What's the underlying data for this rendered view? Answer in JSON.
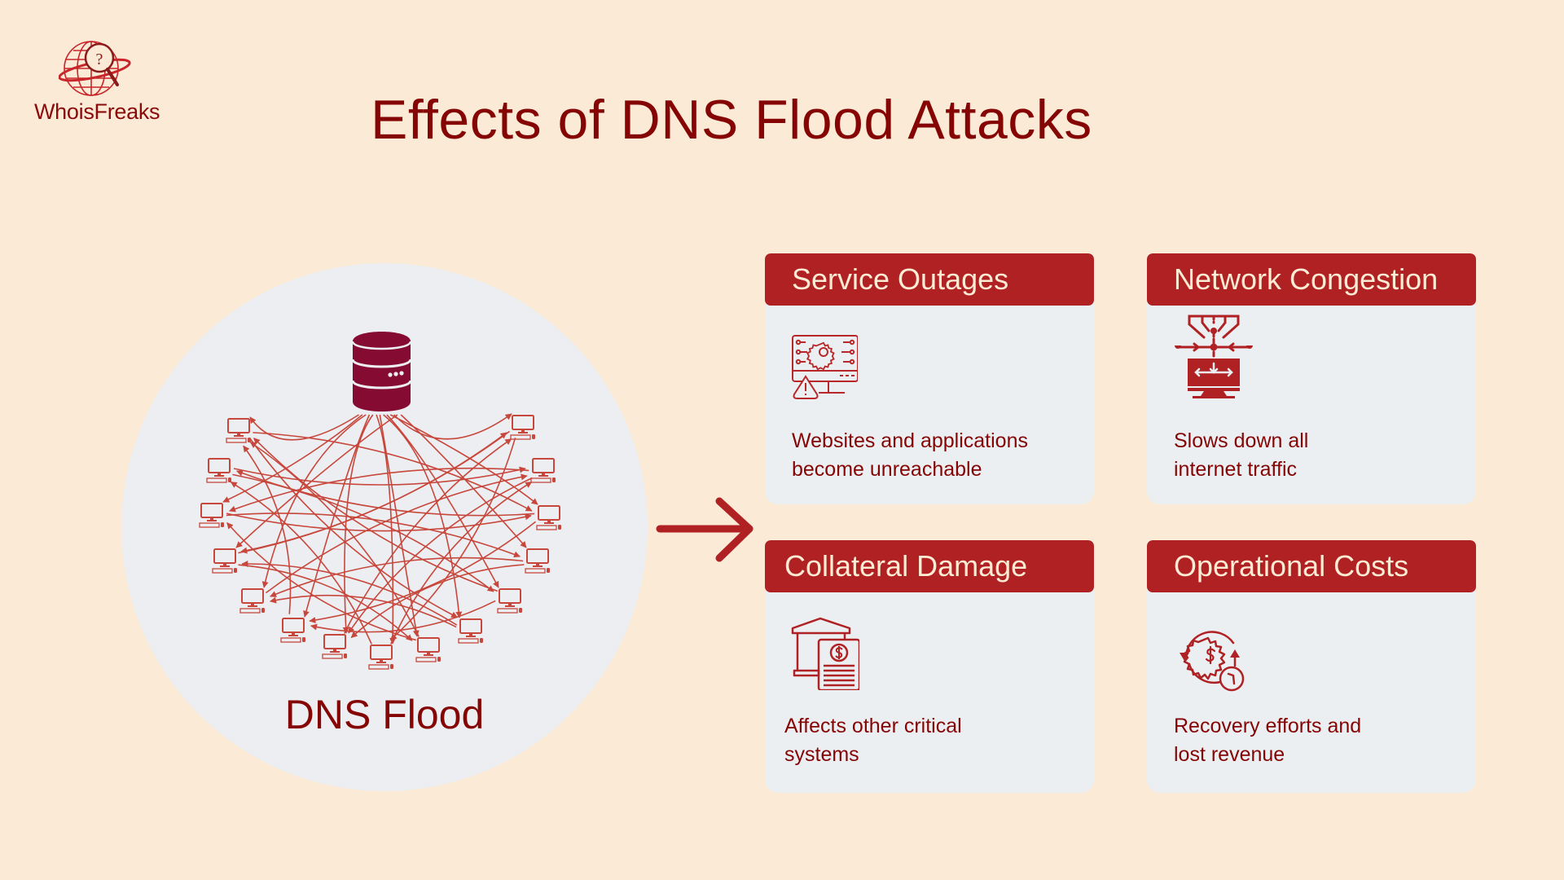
{
  "brand": {
    "name": "WhoisFreaks",
    "logo_icon": "globe-magnifier-question-icon"
  },
  "title": "Effects of DNS Flood Attacks",
  "colors": {
    "background": "#fbead6",
    "title": "#850505",
    "card_header": "#b02124",
    "card_header_text": "#fdebd3",
    "card_body": "#eceff2",
    "diagram_lines": "#c8473c",
    "server": "#850b33",
    "arrow": "#b02124"
  },
  "diagram": {
    "label": "DNS Flood",
    "center_icon": "database-server-icon",
    "node_icon": "desktop-computer-icon",
    "node_count": 15
  },
  "connector_icon": "arrow-right-icon",
  "cards": [
    {
      "title": "Service Outages",
      "icon": "monitor-gear-warning-icon",
      "description": "Websites and applications\nbecome unreachable"
    },
    {
      "title": "Network Congestion",
      "icon": "network-funnel-monitor-icon",
      "description": "Slows down all\ninternet traffic"
    },
    {
      "title": "Collateral Damage",
      "icon": "building-invoice-icon",
      "description": "Affects other critical\nsystems"
    },
    {
      "title": "Operational Costs",
      "icon": "gear-dollar-cycle-clock-icon",
      "description": "Recovery efforts and\nlost revenue"
    }
  ]
}
